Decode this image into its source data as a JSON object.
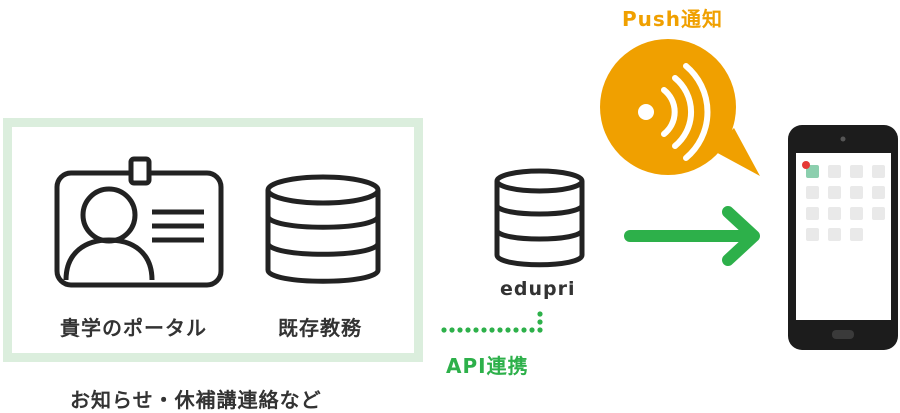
{
  "labels": {
    "push": "Push通知",
    "portal": "貴学のポータル",
    "kyomu": "既存教務",
    "edupri": "edupri",
    "api": "API連携",
    "caption": "お知らせ・休補講連絡など"
  },
  "colors": {
    "box_border": "#dbeedd",
    "push_orange": "#f0a000",
    "api_green": "#2db04a",
    "arrow_green": "#2db04a",
    "icon_stroke": "#222222",
    "phone_body": "#1c1c1c",
    "notification_dot": "#e53935",
    "app_highlight": "#8ccfae"
  },
  "icons": [
    "id-card-icon",
    "database-icon",
    "wifi-broadcast-icon",
    "smartphone-icon",
    "arrow-right-icon"
  ]
}
